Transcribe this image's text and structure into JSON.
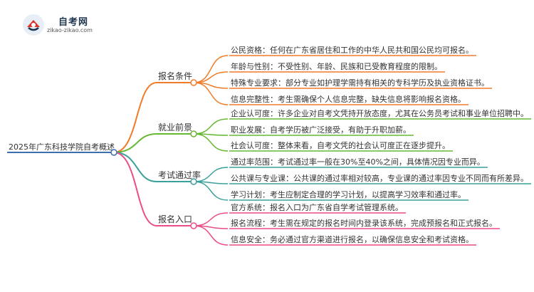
{
  "logo": {
    "title": "自考网",
    "url": "zikao-zikao.com"
  },
  "colors": {
    "root": "#3a6fb0",
    "branch_orange": "#f07c2a",
    "branch_green": "#66b832",
    "branch_teal": "#3aa09a",
    "branch_pink": "#ec4c8a",
    "leaf_line": "#3a6fb0"
  },
  "root": {
    "label": "2025年广东科技学院自考概述"
  },
  "branches": [
    {
      "label": "报名条件",
      "color_key": "branch_orange",
      "leaves": [
        "公民资格：任何在广东省居住和工作的中华人民共和国公民均可报名。",
        "年龄与性别：不受性别、年龄、民族和已受教育程度的限制。",
        "特殊专业要求：部分专业如护理学需持有相关的专科学历及执业资格证书。",
        "信息完整性：考生需确保个人信息完整，缺失信息将影响报名资格。"
      ]
    },
    {
      "label": "就业前景",
      "color_key": "branch_green",
      "leaves": [
        "企业认可度：许多企业对自考文凭持开放态度，尤其在公务员考试和事业单位招聘中。",
        "职业发展：自考学历被广泛接受，有助于升职加薪。",
        "社会认可度：整体来看，自考文凭的社会认可度正在逐步提升。"
      ]
    },
    {
      "label": "考试通过率",
      "color_key": "branch_teal",
      "leaves": [
        "通过率范围：考试通过率一般在30%至40%之间，具体情况因专业而异。",
        "公共课与专业课：公共课的通过率相对较高，专业课的通过率因专业不同而有所差异。",
        "学习计划：考生应制定合理的学习计划，以提高学习效率和通过率。"
      ]
    },
    {
      "label": "报名入口",
      "color_key": "branch_pink",
      "leaves": [
        "官方系统：报名入口为广东省自学考试管理系统。",
        "报名流程：考生需在规定的报名时间内登录该系统，完成预报名和正式报名。",
        "信息安全：务必通过官方渠道进行报名，以确保信息安全和考试资格。"
      ]
    }
  ]
}
